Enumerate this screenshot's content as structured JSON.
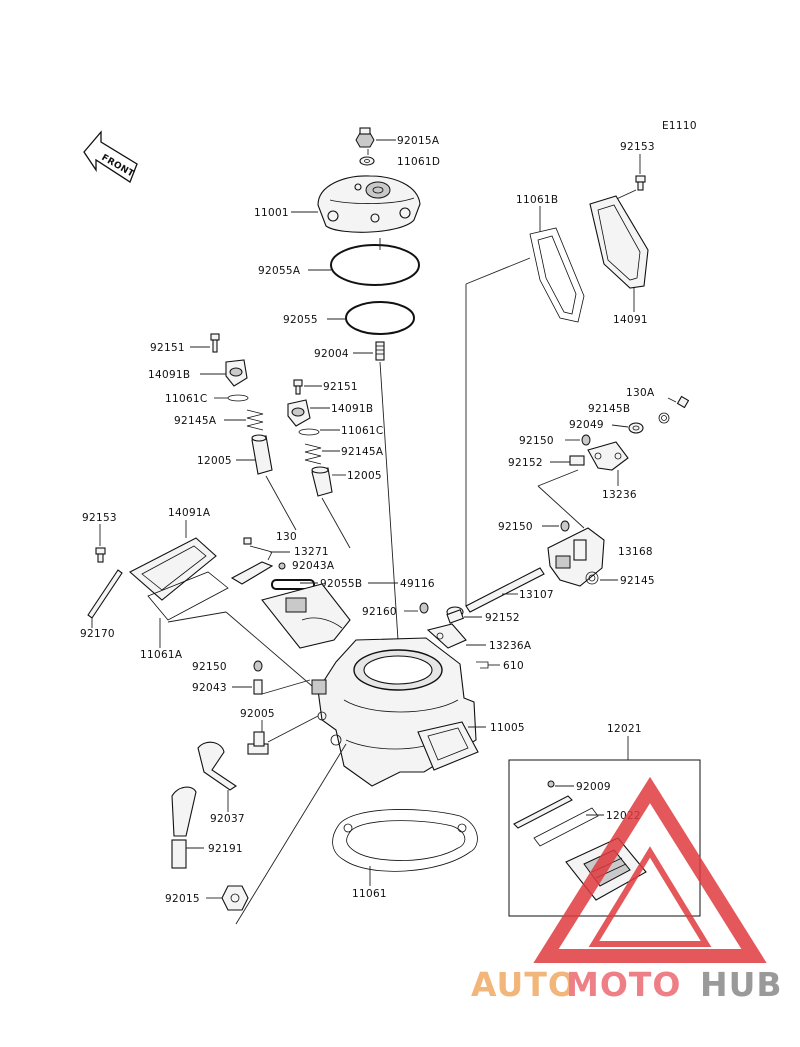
{
  "diagram_id": "E1110",
  "front_marker": "FRONT",
  "labels": {
    "p92015A": "92015A",
    "p11061D": "11061D",
    "p11001": "11001",
    "p92055A": "92055A",
    "p92055": "92055",
    "p92004": "92004",
    "p92151a": "92151",
    "p14091B_a": "14091B",
    "p92151b": "92151",
    "p14091B_b": "14091B",
    "p11061C_a": "11061C",
    "p11061C_b": "11061C",
    "p92145A_a": "92145A",
    "p92145A_b": "92145A",
    "p12005a": "12005",
    "p12005b": "12005",
    "p92153a": "92153",
    "p11061B": "11061B",
    "p14091": "14091",
    "p130A": "130A",
    "p92145B": "92145B",
    "p92049": "92049",
    "p92150a": "92150",
    "p92152a": "92152",
    "p13236": "13236",
    "p92150b": "92150",
    "p13168": "13168",
    "p92145": "92145",
    "p13107": "13107",
    "p92153b": "92153",
    "p14091A": "14091A",
    "p130": "130",
    "p13271": "13271",
    "p92043A": "92043A",
    "p92055B": "92055B",
    "p49116": "49116",
    "p92170": "92170",
    "p11061A": "11061A",
    "p92160": "92160",
    "p92152b": "92152",
    "p13236A": "13236A",
    "p610": "610",
    "p92150c": "92150",
    "p92043": "92043",
    "p92005": "92005",
    "p11005": "11005",
    "p12021": "12021",
    "p92009": "92009",
    "p12022": "12022",
    "p92037": "92037",
    "p92191": "92191",
    "p92015": "92015",
    "p11061": "11061"
  },
  "watermark": {
    "part1": "AUTO",
    "part2": "MOTO",
    "part3": "HUB",
    "color1": "#f2b57a",
    "color2": "#ef7f86",
    "color3": "#9a9a9a",
    "triangle_color": "#e03a3f"
  }
}
